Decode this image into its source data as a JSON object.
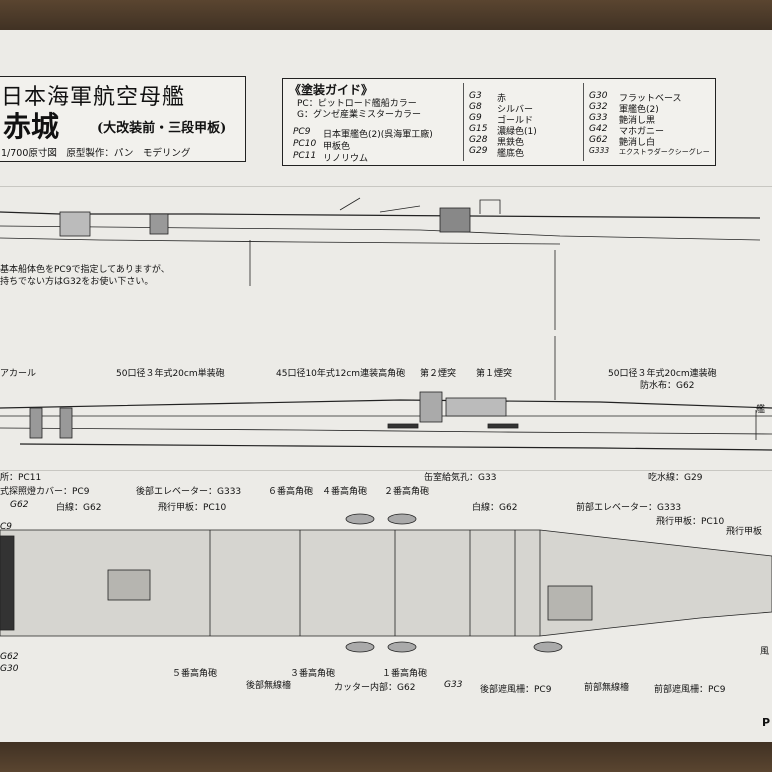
{
  "title": {
    "main": "日本海軍航空母艦",
    "ship": "赤城",
    "sub": "(大改装前・三段甲板)",
    "credit": "1/700原寸図　原型製作：パン　モデリング"
  },
  "guide": {
    "heading": "《塗装ガイド》",
    "brands": [
      "PC：ピットロード艦船カラー",
      "G：グンゼ産業ミスターカラー"
    ],
    "pc": [
      {
        "code": "PC9",
        "name": "日本軍艦色(2)(呉海軍工廠)"
      },
      {
        "code": "PC10",
        "name": "甲板色"
      },
      {
        "code": "PC11",
        "name": "リノリウム"
      }
    ],
    "g_mid": [
      {
        "code": "G3",
        "name": "赤"
      },
      {
        "code": "G8",
        "name": "シルバー"
      },
      {
        "code": "G9",
        "name": "ゴールド"
      },
      {
        "code": "G15",
        "name": "濃緑色(1)"
      },
      {
        "code": "G28",
        "name": "黒鉄色"
      },
      {
        "code": "G29",
        "name": "艦底色"
      }
    ],
    "g_right": [
      {
        "code": "G30",
        "name": "フラットベース"
      },
      {
        "code": "G32",
        "name": "軍艦色(2)"
      },
      {
        "code": "G33",
        "name": "艶消し黒"
      },
      {
        "code": "G42",
        "name": "マホガニー"
      },
      {
        "code": "G62",
        "name": "艶消し白"
      },
      {
        "code": "G333",
        "name": "エクストラダークシーグレー"
      }
    ]
  },
  "note": [
    "基本船体色をPC9で指定してありますが、",
    "持ちでない方はG32をお使い下さい。"
  ],
  "side_labels": {
    "decal": "アカール",
    "gun50_l": "50口径３年式20cm単装砲",
    "gun45": "45口径10年式12cm連装高角砲",
    "funnel2": "第２煙突",
    "funnel1": "第１煙突",
    "gun50_r": "50口径３年式20cm連装砲",
    "canvas": "防水布：G62",
    "bridge": "艦",
    "linoleum": "所：PC11",
    "vent": "缶室給気孔：G33",
    "waterline": "吃水線：G29"
  },
  "plan_labels": {
    "searchlight": "式探照燈カバー：PC9",
    "aft_elev": "後部エレベーター：G333",
    "aa6": "６番高角砲",
    "aa4": "４番高角砲",
    "aa2": "２番高角砲",
    "g62_a": "G62",
    "pc9_a": "C9",
    "whiteline_l": "白線：G62",
    "deck_l": "飛行甲板：PC10",
    "whiteline_r": "白線：G62",
    "fwd_elev": "前部エレベーター：G333",
    "deck_r1": "飛行甲板：PC10",
    "deck_r2": "飛行甲板",
    "g62_b": "G62",
    "g30": "G30",
    "aa5": "５番高角砲",
    "aa3": "３番高角砲",
    "aa1": "１番高角砲",
    "aft_radio": "後部無線檣",
    "cutter": "カッター内部：G62",
    "g33": "G33",
    "aft_wind": "後部遮風柵：PC9",
    "fwd_radio": "前部無線檣",
    "fwd_wind": "前部遮風柵：PC9",
    "wind_cut": "風",
    "p": "P"
  }
}
